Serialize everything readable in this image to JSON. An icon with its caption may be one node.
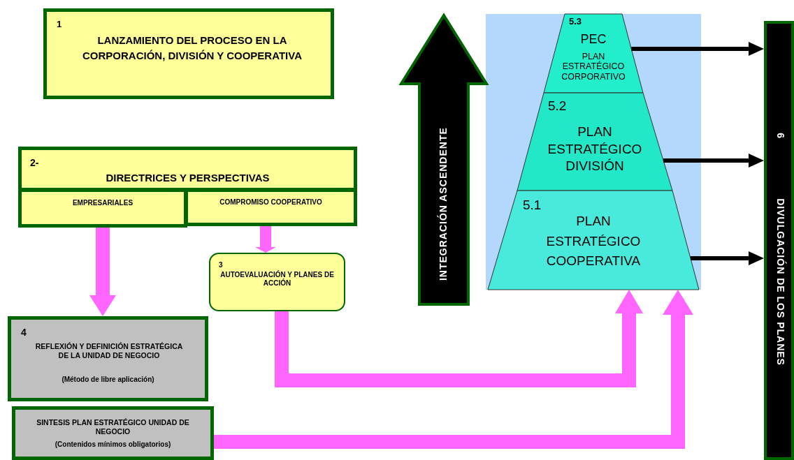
{
  "diagram": {
    "nodes": [
      {
        "text": [
          "1",
          "LANZAMIENTO DEL PROCESO EN LA CORPORACIÓN, DIVISIÓN Y COOPERATIVA"
        ]
      },
      {
        "text": [
          "2-",
          "DIRECTRICES Y PERSPECTIVAS"
        ]
      },
      {
        "text": [
          "EMPRESARIALES"
        ]
      },
      {
        "text": [
          "COMPROMISO COOPERATIVO"
        ]
      },
      {
        "text": [
          "3",
          "AUTOEVALUACIÓN Y PLANES DE ACCIÓN"
        ]
      },
      {
        "text": [
          "4",
          "REFLEXIÓN Y DEFINICIÓN ESTRATÉGICA DE LA UNIDAD DE NEGOCIO",
          "(Método de libre aplicación)"
        ]
      },
      {
        "text": [
          "SINTESIS PLAN ESTRATÉGICO UNIDAD DE NEGOCIO",
          "(Contenidos mínimos obligatorios)"
        ]
      },
      {
        "text": [
          "INTEGRACIÓN ASCENDENTE"
        ]
      },
      {
        "text": [
          "5.3",
          "PEC",
          "PLAN ESTRATÉGICO CORPORATIVO"
        ]
      },
      {
        "text": [
          "5.2",
          "PLAN ESTRATÉGICO DIVISIÓN"
        ]
      },
      {
        "text": [
          "5.1",
          "PLAN ESTRATÉGICO COOPERATIVA"
        ]
      },
      {
        "text": [
          "6",
          "DIVULGACIÓN DE LOS PLANES"
        ]
      }
    ],
    "edges": [
      {
        "from": 2,
        "to": 5,
        "arrow": "to"
      },
      {
        "from": 3,
        "to": 4,
        "arrow": "to"
      },
      {
        "from": 4,
        "to": 10,
        "arrow": "to"
      },
      {
        "from": 6,
        "to": 10,
        "arrow": "to"
      },
      {
        "from": 8,
        "to": 11,
        "arrow": "to",
        "color": "#000000"
      },
      {
        "from": 9,
        "to": 11,
        "arrow": "to",
        "color": "#000000"
      },
      {
        "from": 10,
        "to": 11,
        "arrow": "to",
        "color": "#000000"
      }
    ]
  }
}
